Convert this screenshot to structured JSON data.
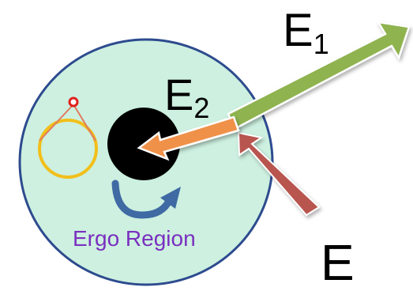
{
  "labels": {
    "e1": {
      "main": "E",
      "sub": "1"
    },
    "e2": {
      "main": "E",
      "sub": "2"
    },
    "e": "E",
    "ergo_region": "Ergo Region"
  },
  "colors": {
    "ergo_fill": "#cdf0e0",
    "ergo_stroke": "#2d4b8e",
    "black_hole": "#000000",
    "arrow_e1": "#8fb350",
    "arrow_e2": "#f0914a",
    "arrow_e": "#b8554f",
    "orbit": "#f2bf1a",
    "orbit_marker": "#e0201c",
    "rotation_arrow": "#3f6aa3",
    "ergo_text": "#7a2fbf"
  }
}
